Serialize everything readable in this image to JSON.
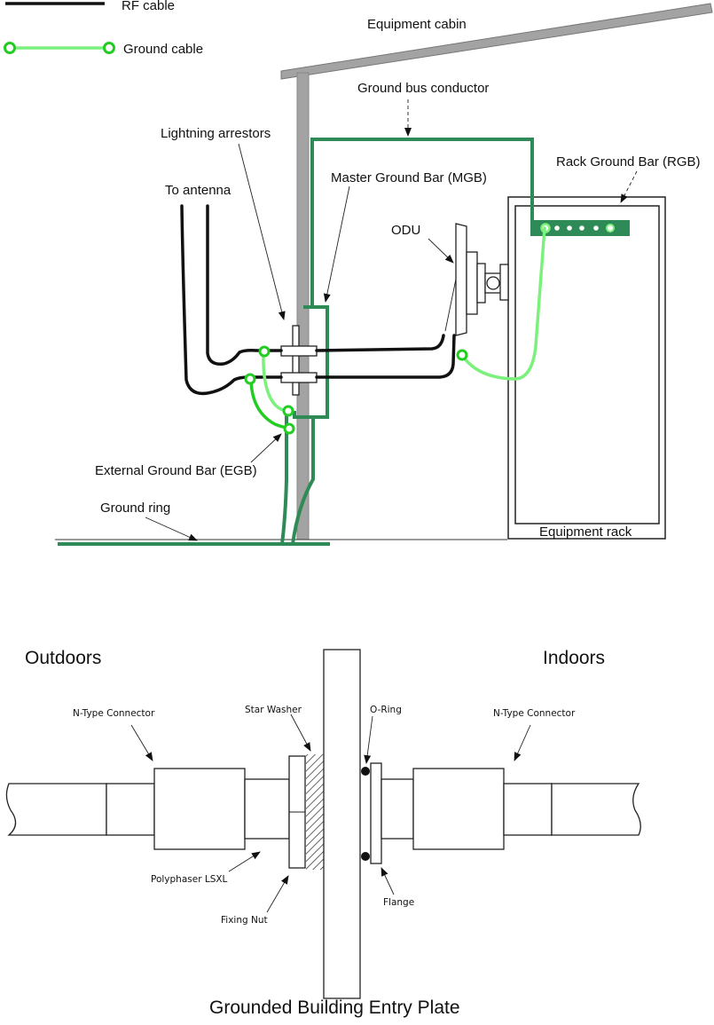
{
  "legend": {
    "rf_cable": "RF cable",
    "ground_cable": "Ground cable"
  },
  "top_diagram": {
    "labels": {
      "equipment_cabin": "Equipment cabin",
      "ground_bus_conductor": "Ground bus conductor",
      "lightning_arrestors": "Lightning arrestors",
      "master_ground_bar": "Master Ground Bar (MGB)",
      "rack_ground_bar": "Rack Ground Bar (RGB)",
      "to_antenna": "To antenna",
      "odu": "ODU",
      "external_ground_bar": "External Ground Bar (EGB)",
      "ground_ring": "Ground ring",
      "equipment_rack": "Equipment rack"
    },
    "colors": {
      "rf_cable": "#111111",
      "ground_bus": "#2e8b57",
      "ground_cable_light": "#7cf07c",
      "ground_cable_bright": "#22cc22",
      "cabin_roof": "#a0a0a0"
    }
  },
  "bottom_diagram": {
    "labels": {
      "outdoors": "Outdoors",
      "indoors": "Indoors",
      "n_type_connector_left": "N-Type Connector",
      "star_washer": "Star Washer",
      "o_ring": "O-Ring",
      "n_type_connector_right": "N-Type Connector",
      "polyphaser": "Polyphaser LSXL",
      "flange": "Flange",
      "fixing_nut": "Fixing Nut",
      "title": "Grounded Building Entry Plate"
    }
  }
}
